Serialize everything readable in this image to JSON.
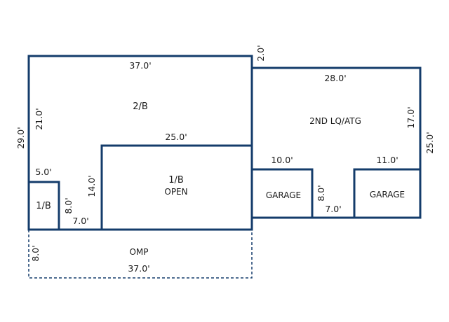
{
  "rooms": {
    "second_floor": "2/B",
    "first_open": "1/B",
    "first_open_sub": "OPEN",
    "small_room": "1/B",
    "upper_right": "2ND LQ/ATG",
    "garage_left": "GARAGE",
    "garage_right": "GARAGE",
    "porch": "OMP"
  },
  "dimensions": {
    "top_width": "37.0'",
    "left_height": "29.0'",
    "upper_left_height": "21.0'",
    "open_width": "25.0'",
    "small_width": "5.0'",
    "small_height": "8.0'",
    "step_width": "7.0'",
    "open_height": "14.0'",
    "offset": "2.0'",
    "right_top_width": "28.0'",
    "right_upper_height": "17.0'",
    "right_total_height": "25.0'",
    "garage_left_width": "10.0'",
    "garage_right_width": "11.0'",
    "notch_depth": "8.0'",
    "notch_width": "7.0'",
    "porch_depth": "8.0'",
    "porch_width": "37.0'"
  }
}
